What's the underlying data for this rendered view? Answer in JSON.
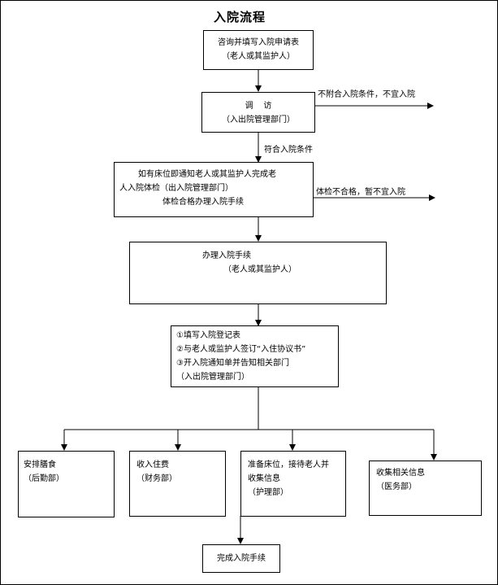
{
  "title": "入院流程",
  "steps": {
    "apply": {
      "line1": "咨询并填写入院申请表",
      "line2": "（老人或其监护人）"
    },
    "interview": {
      "line1": "调    访",
      "line2": "（入出院管理部门）"
    },
    "notify": {
      "line1": "如有床位即通知老人或其监护人完成老",
      "line2": "人入院体检（出入院管理部门）",
      "line3": "体检合格办理入院手续"
    },
    "procedure": {
      "line1": "办理入院手续",
      "line2": "（老人或其监护人）"
    },
    "register": {
      "line1": "①填写入院登记表",
      "line2": "②与老人或监护人签订“入住协议书”",
      "line3": "③开入院通知单并告知相关部门",
      "line4": "（入出院管理部门）"
    },
    "meals": {
      "line1": "安排膳食",
      "line2": "（后勤部）"
    },
    "fees": {
      "line1": "收入住费",
      "line2": "（财务部）"
    },
    "bed": {
      "line1": "准备床位，接待老人并",
      "line2": "收集信息",
      "line3": "（护理部）"
    },
    "info": {
      "line1": "收集相关信息",
      "line2": "（医务部）"
    },
    "complete": {
      "line1": "完成入院手续"
    }
  },
  "edge_labels": {
    "not_eligible": "不附合入院条件，不宜入院",
    "eligible": "符合入院条件",
    "exam_failed": "体检不合格，暂不宜入院"
  }
}
